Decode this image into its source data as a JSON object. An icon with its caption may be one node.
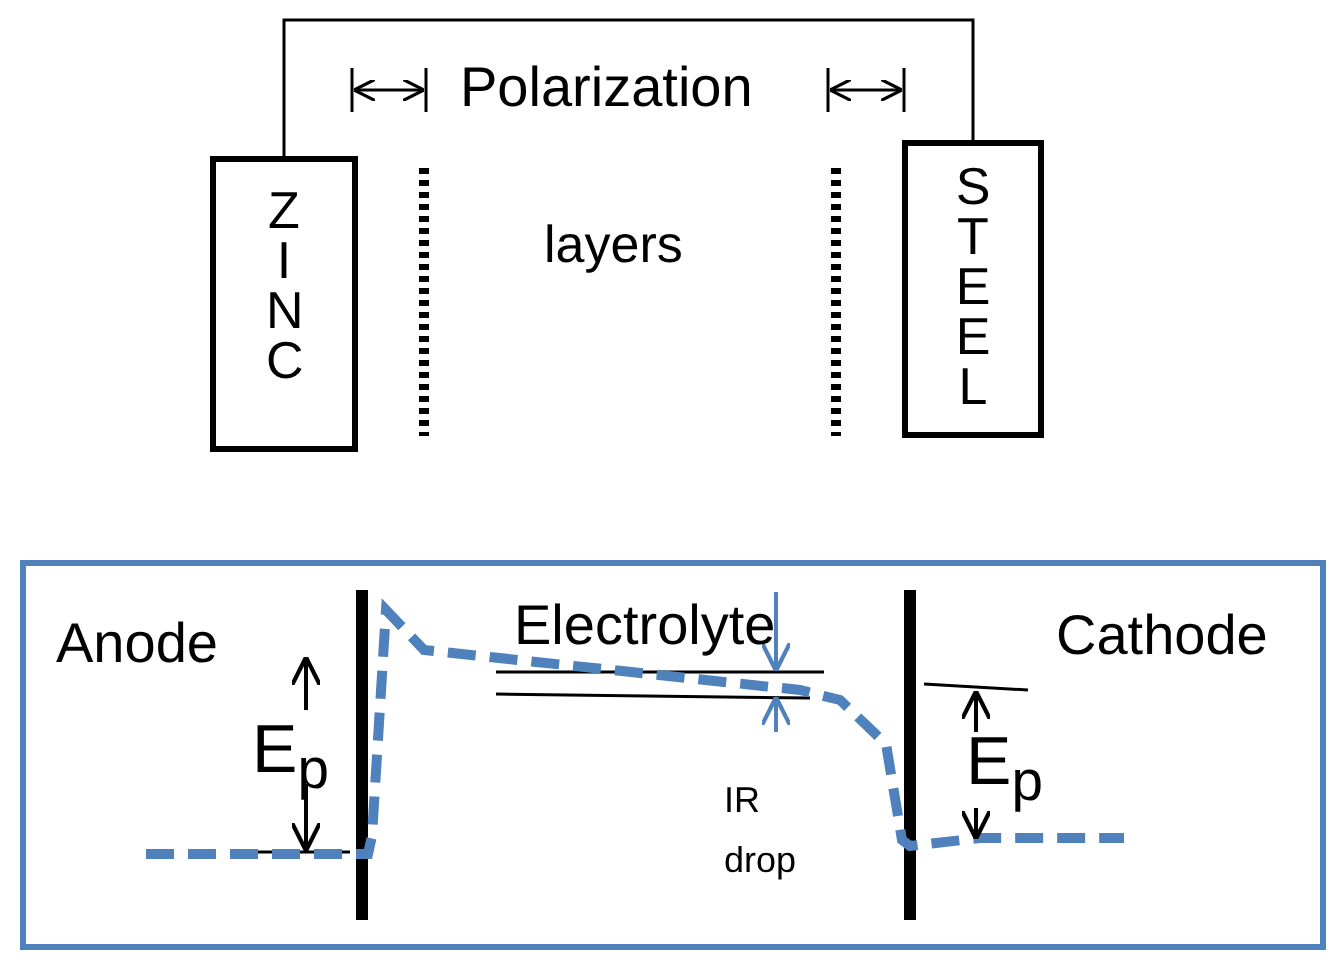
{
  "diagram": {
    "nodes": [
      {
        "text": [
          "ZINC"
        ]
      },
      {
        "text": [
          "STEEL"
        ]
      }
    ],
    "edges": [
      {
        "from": 0,
        "to": 1,
        "arrow": "none"
      }
    ],
    "labels": [
      "Polarization",
      "layers",
      "Anode",
      "Electrolyte",
      "Cathode",
      "E$_{p}$",
      "IR drop",
      "E$_{p}$"
    ]
  }
}
